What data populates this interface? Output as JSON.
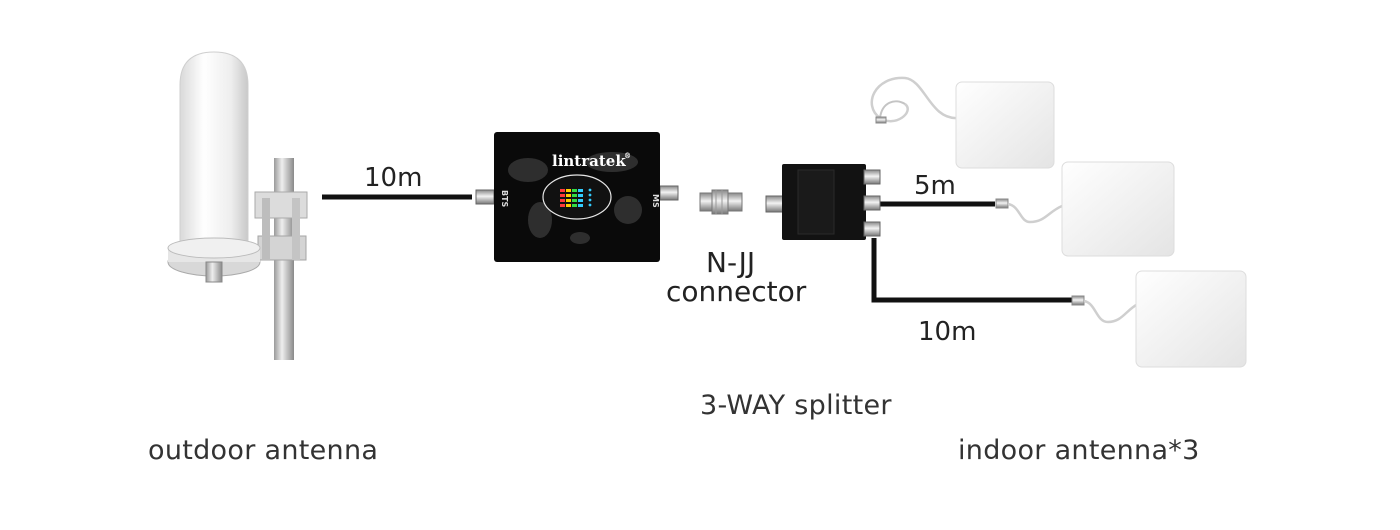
{
  "labels": {
    "outdoor_antenna": "outdoor antenna",
    "indoor_antenna": "indoor antenna*3",
    "splitter": "3-WAY splitter",
    "connector_line1": "N-JJ",
    "connector_line2": "connector"
  },
  "cables": {
    "outdoor_to_booster": "10m",
    "splitter_to_middle": "5m",
    "splitter_to_bottom": "10m"
  },
  "booster": {
    "brand": "lintratek",
    "trademark": "®",
    "left_port": "BTS",
    "right_port": "MS"
  },
  "colors": {
    "cable": "#111111",
    "booster_body": "#0a0a0a",
    "antenna_white": "#f4f4f4",
    "panel_white": "#f7f7f7"
  }
}
